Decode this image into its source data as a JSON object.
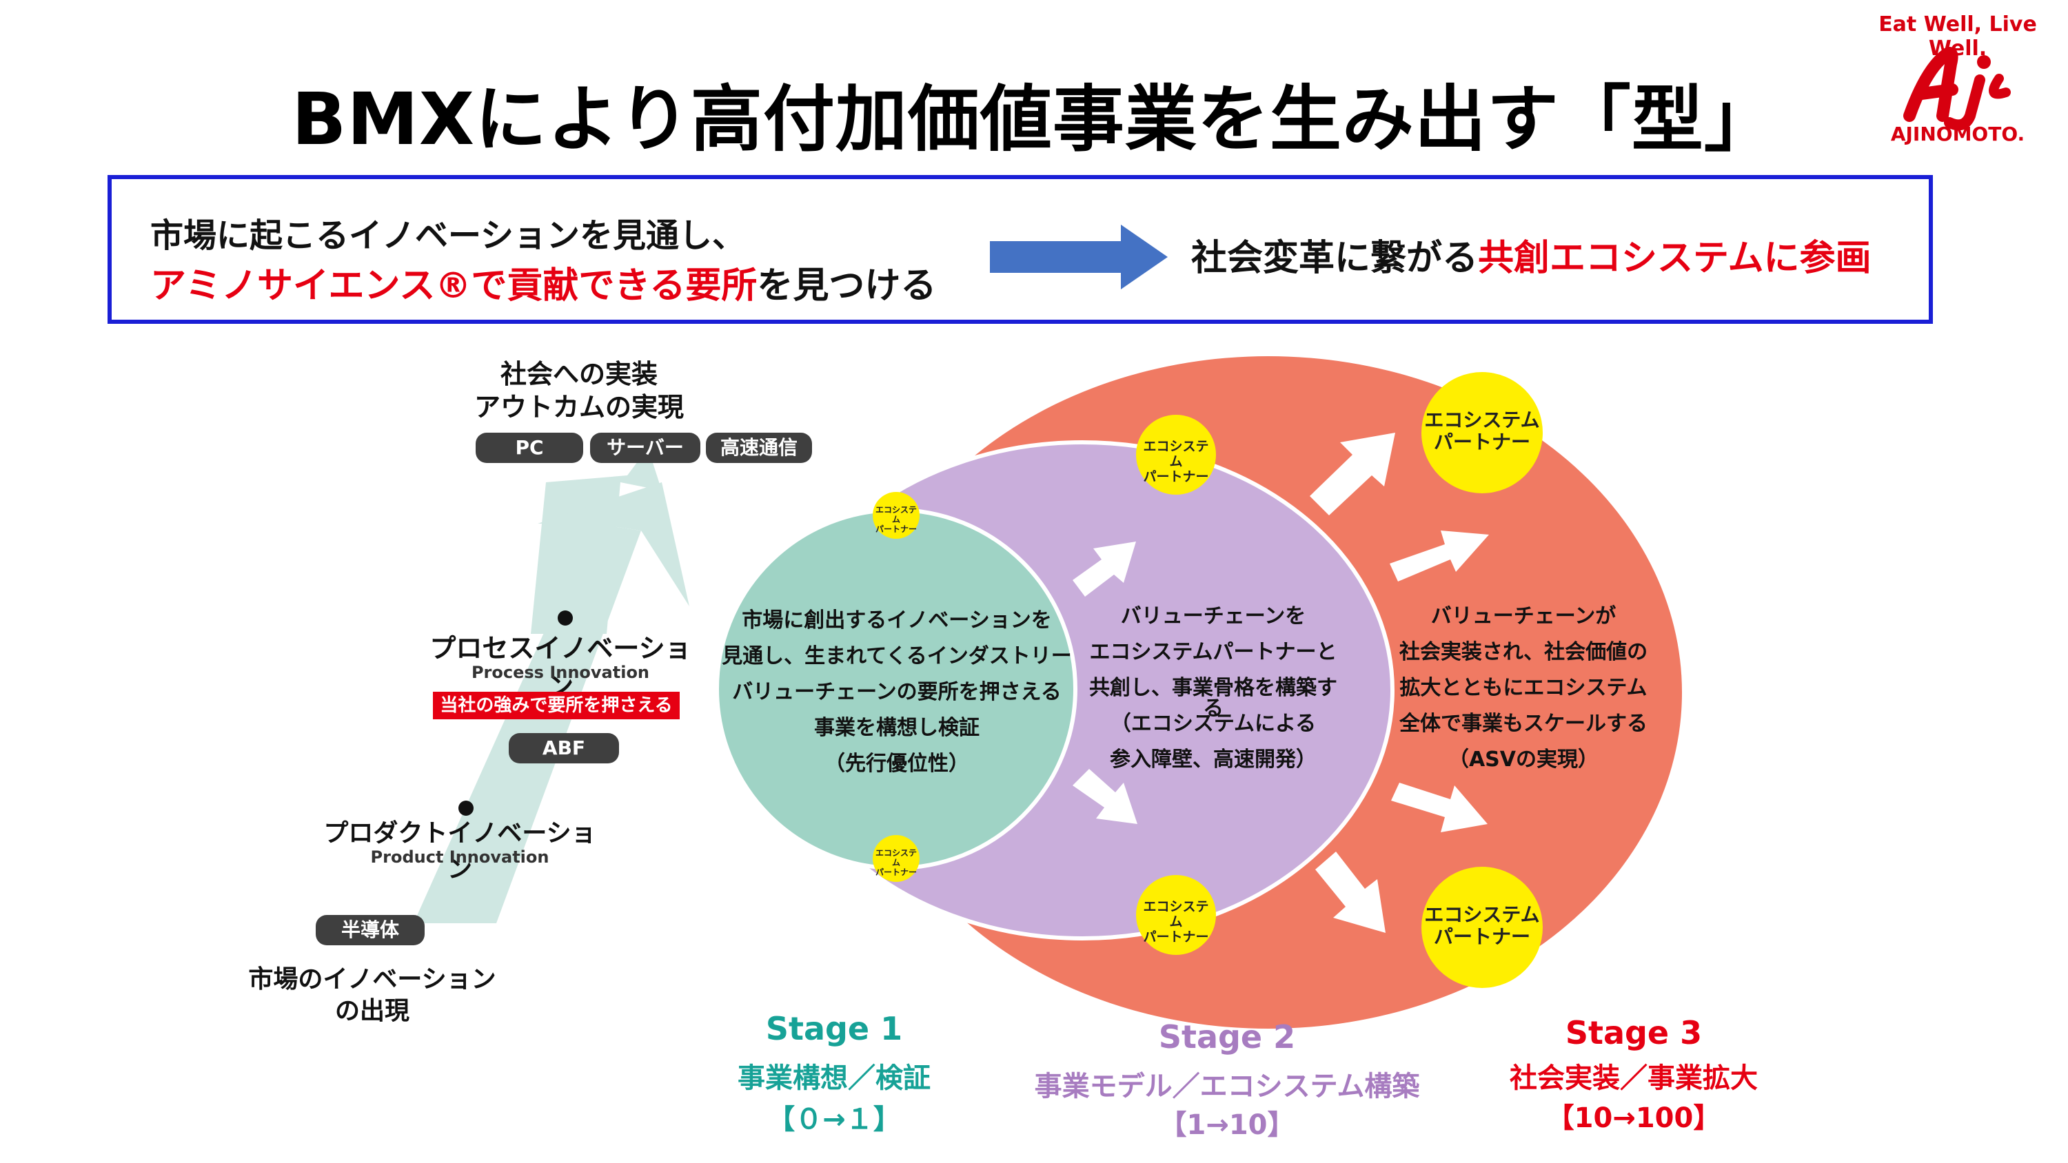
{
  "title": "BMXにより高付加価値事業を生み出す「型」",
  "logo": {
    "tagline": "Eat Well, Live Well.",
    "name": "AJINOMOTO."
  },
  "banner": {
    "left_line1": "市場に起こるイノベーションを見通し、",
    "left_line2_red": "アミノサイエンス®で貢献できる要所",
    "left_line2_black": "を見つける",
    "right_black": "社会変革に繋がる",
    "right_red": "共創エコシステムに参画"
  },
  "ladder": {
    "impl_line1": "社会への実装",
    "impl_line2": "アウトカムの実現",
    "impl_pills": [
      "PC",
      "サーバー",
      "高速通信"
    ],
    "process_jp": "プロセスイノベーション",
    "process_en": "Process Innovation",
    "process_red": "当社の強みで要所を押さえる",
    "process_pill": "ABF",
    "product_jp": "プロダクトイノベーション",
    "product_en": "Product Innovation",
    "semi_pill": "半導体",
    "market_line1": "市場のイノベーション",
    "market_line2": "の出現"
  },
  "circles": {
    "green": [
      "市場に創出するイノベーションを",
      "見通し、生まれてくるインダストリー",
      "バリューチェーンの要所を押さえる",
      "事業を構想し検証",
      "（先行優位性）"
    ],
    "purple": [
      "バリューチェーンを",
      "エコシステムパートナーと",
      "共創し、事業骨格を構築する",
      "（エコシステムによる",
      "参入障壁、高速開発）"
    ],
    "red": [
      "バリューチェーンが",
      "社会実装され、社会価値の",
      "拡大とともにエコシステム",
      "全体で事業もスケールする",
      "（ASVの実現）"
    ]
  },
  "eco_partner": {
    "line1": "エコシステム",
    "line2": "パートナー"
  },
  "colors": {
    "red_region": "#f07a63",
    "purple_region": "#c9aedb",
    "green_region": "#9fd3c5",
    "yellow_badge": "#ffef00",
    "banner_border": "#1a1fd6",
    "arrow_blue": "#4472c4"
  },
  "stages": [
    {
      "title": "Stage 1",
      "sub": "事業構想／検証",
      "range": "【０→１】"
    },
    {
      "title": "Stage 2",
      "sub": "事業モデル／エコシステム構築",
      "range": "【1→10】"
    },
    {
      "title": "Stage 3",
      "sub": "社会実装／事業拡大",
      "range": "【10→100】"
    }
  ]
}
